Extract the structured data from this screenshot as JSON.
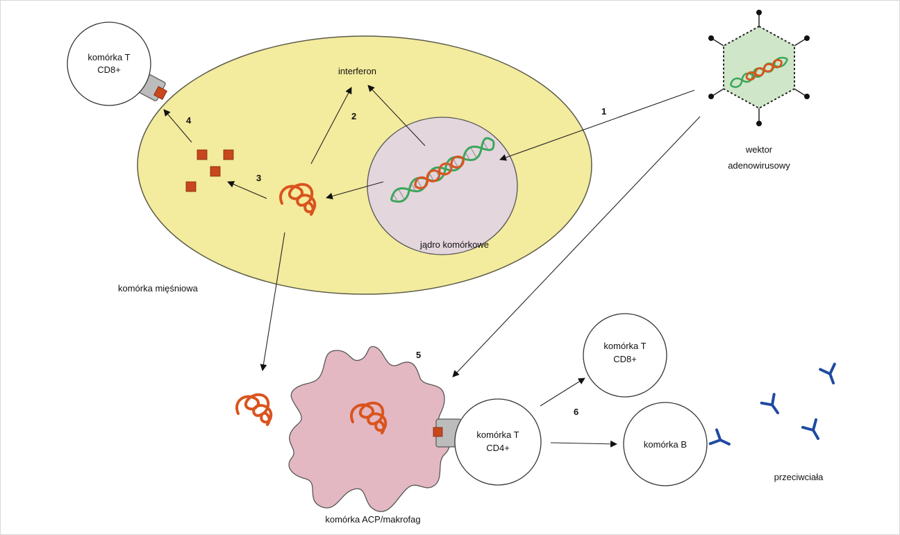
{
  "labels": {
    "tcell_cd8_top_line1": "komórka T",
    "tcell_cd8_top_line2": "CD8+",
    "interferon": "interferon",
    "nucleus": "jądro komórkowe",
    "muscle_cell": "komórka mięśniowa",
    "vector_line1": "wektor",
    "vector_line2": "adenowirusowy",
    "tcell_cd8_bottom_line1": "komórka T",
    "tcell_cd8_bottom_line2": "CD8+",
    "tcell_cd4_line1": "komórka T",
    "tcell_cd4_line2": "CD4+",
    "bcell": "komórka B",
    "antibodies": "przeciwciała",
    "apc": "komórka ACP/makrofag"
  },
  "steps": {
    "s1": "1",
    "s2": "2",
    "s3": "3",
    "s4": "4",
    "s5": "5",
    "s6": "6"
  },
  "colors": {
    "muscle_cell_fill": "#f3eb9d",
    "muscle_cell_stroke": "#5a5a4a",
    "nucleus_fill": "#e3d6dd",
    "apc_fill": "#e3b8c2",
    "virus_fill": "#cfe6c8",
    "protein": "#d9541e",
    "antigen": "#c8471c",
    "antibody": "#1f4aa0",
    "dna_green": "#3aa65a",
    "dna_orange": "#d9541e",
    "receptor": "#bcbcbc"
  }
}
